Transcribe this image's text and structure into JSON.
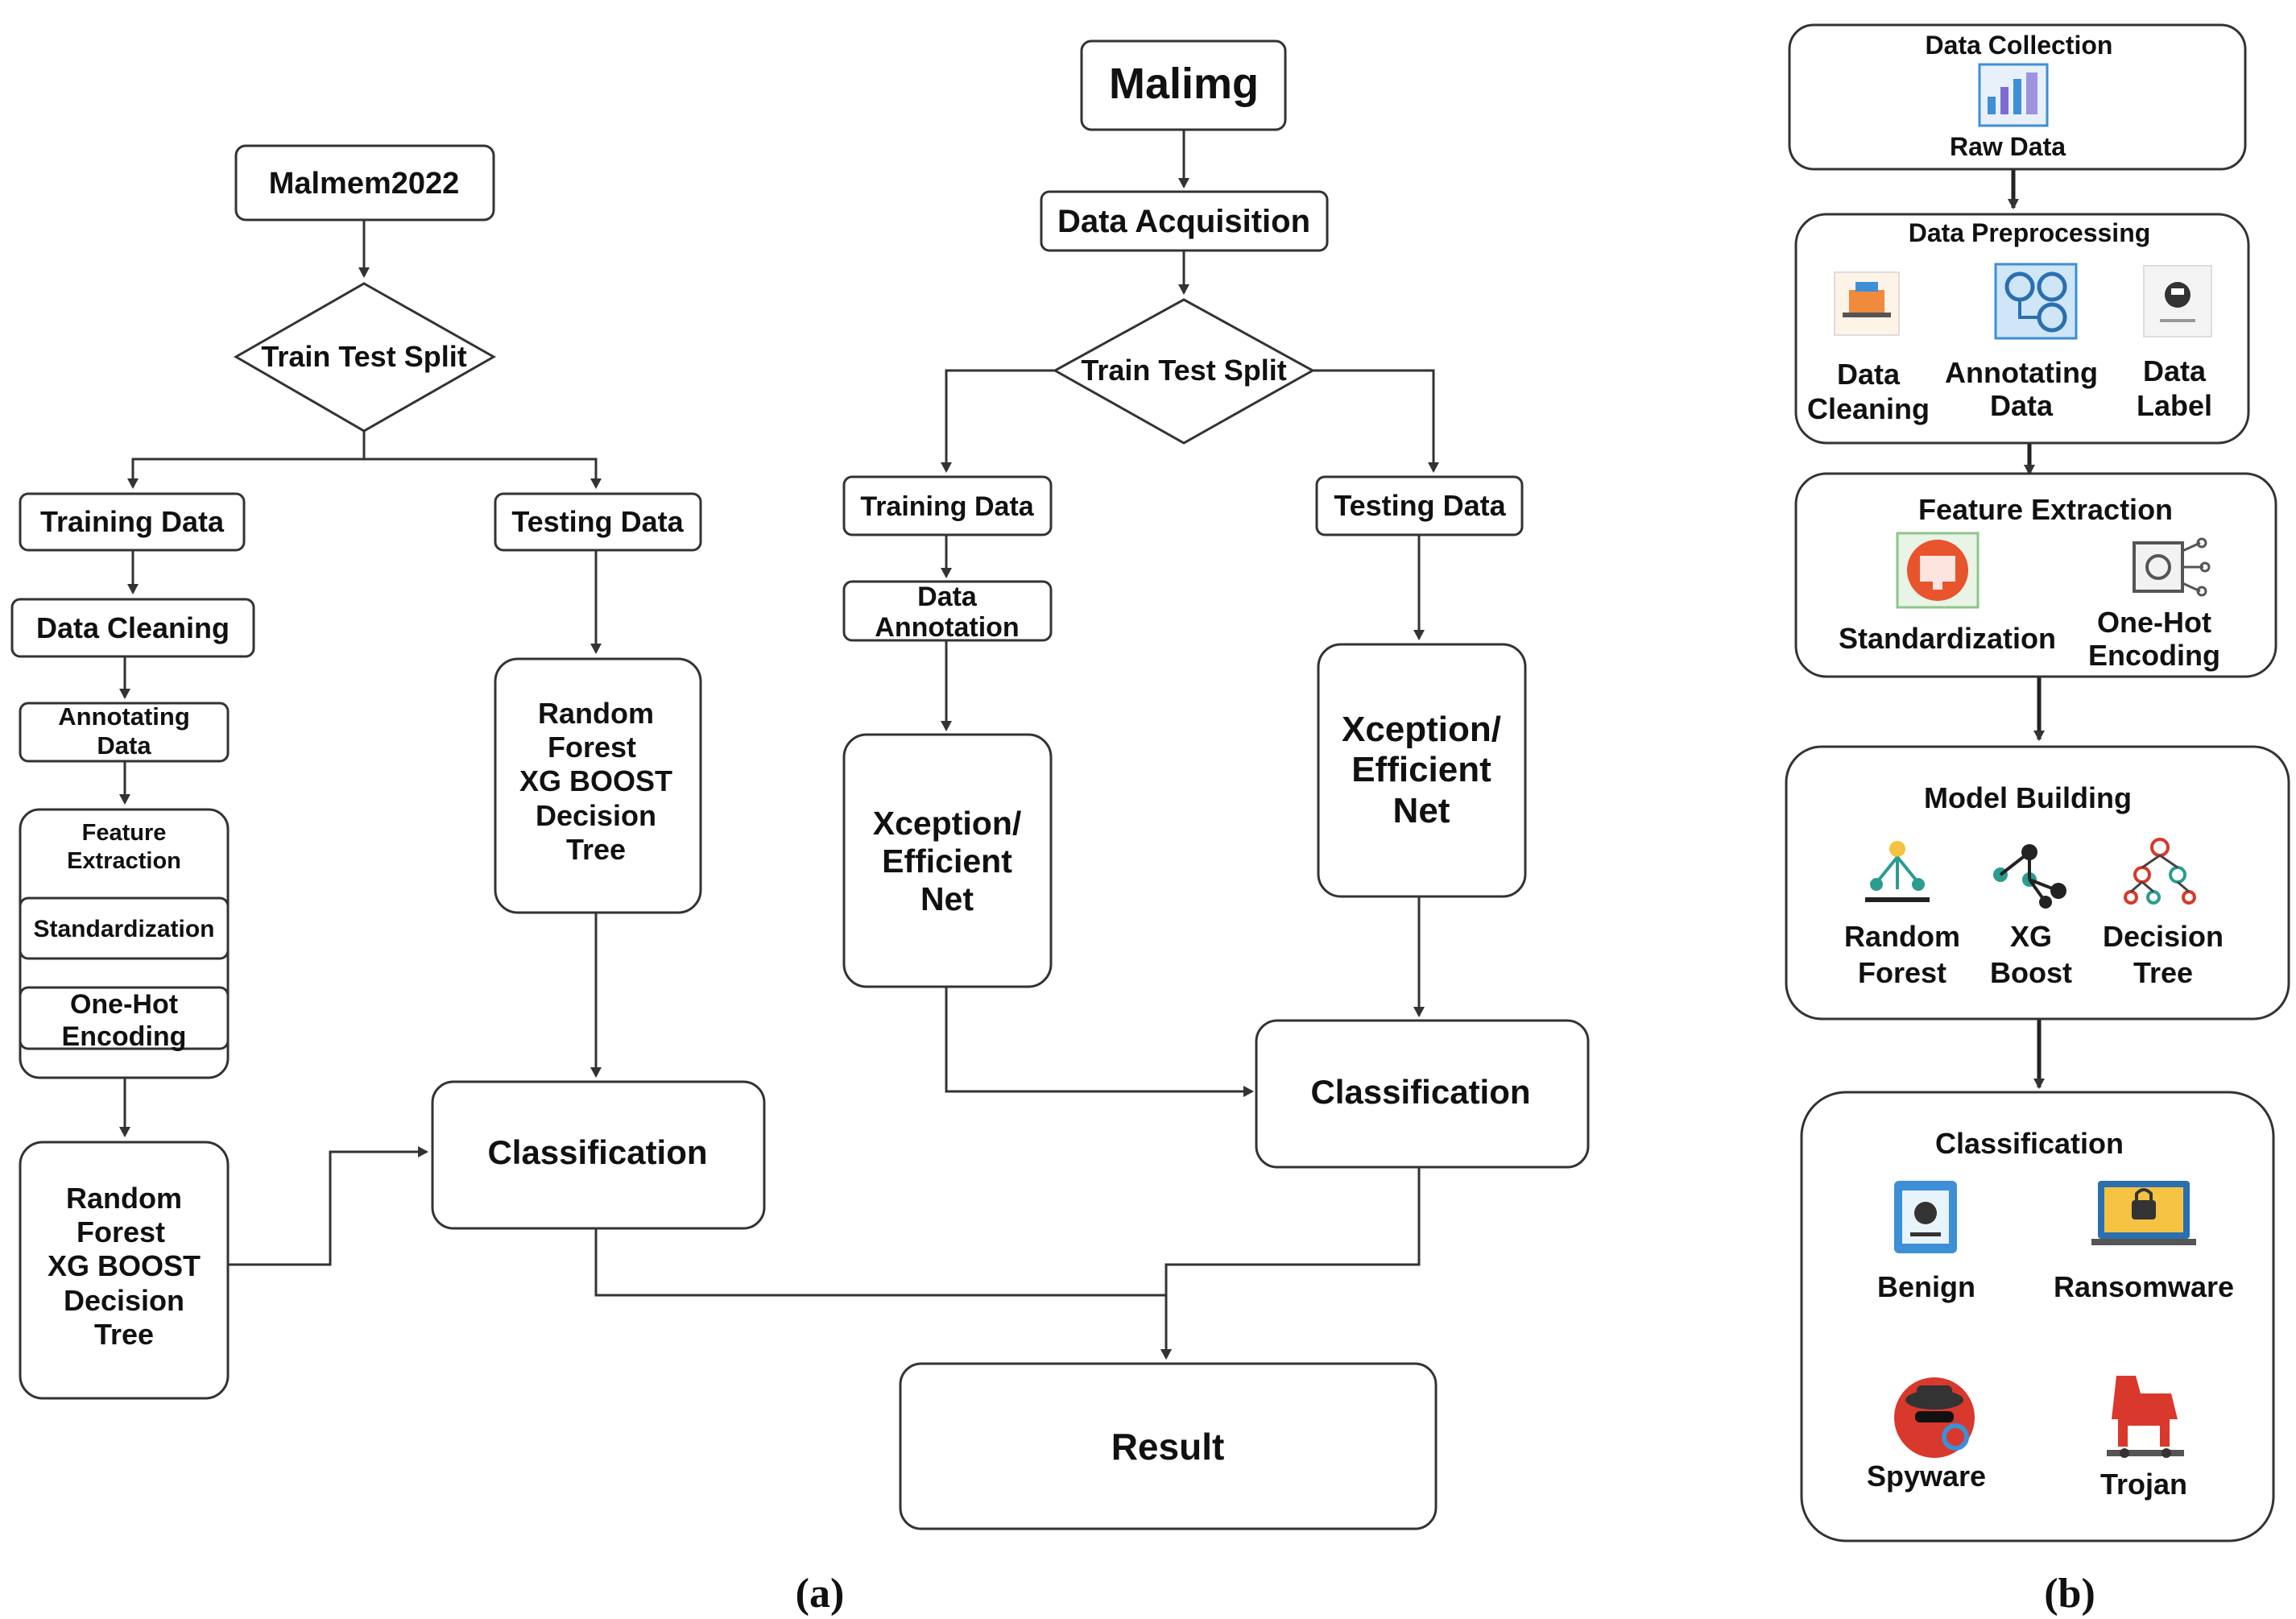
{
  "panel_a": {
    "caption": "(a)",
    "left_flow": {
      "source": "Malmem2022",
      "split": "Train Test Split",
      "training": "Training Data",
      "testing": "Testing Data",
      "cleaning": "Data Cleaning",
      "annotating": [
        "Annotating",
        "Data"
      ],
      "feature_extraction": [
        "Feature",
        "Extraction"
      ],
      "standardization": "Standardization",
      "one_hot": [
        "One-Hot",
        "Encoding"
      ],
      "train_models": [
        "Random",
        "Forest",
        "XG BOOST",
        "Decision",
        "Tree"
      ],
      "test_models": [
        "Random",
        "Forest",
        "XG BOOST",
        "Decision",
        "Tree"
      ],
      "classification": "Classification"
    },
    "right_flow": {
      "source": "Malimg",
      "acquisition": "Data Acquisition",
      "split": "Train Test Split",
      "training": "Training Data",
      "testing": "Testing Data",
      "annotation": [
        "Data",
        "Annotation"
      ],
      "train_model": [
        "Xception/",
        "Efficient",
        "Net"
      ],
      "test_model": [
        "Xception/",
        "Efficient",
        "Net"
      ],
      "classification": "Classification"
    },
    "result": "Result"
  },
  "panel_b": {
    "caption": "(b)",
    "collection": {
      "title": "Data Collection",
      "item": "Raw Data"
    },
    "preprocessing": {
      "title": "Data Preprocessing",
      "items": [
        [
          "Data",
          "Cleaning"
        ],
        [
          "Annotating",
          "Data"
        ],
        [
          "Data",
          "Label"
        ]
      ]
    },
    "feature_extraction": {
      "title": "Feature Extraction",
      "items": [
        [
          "Standardization"
        ],
        [
          "One-Hot",
          "Encoding"
        ]
      ]
    },
    "model_building": {
      "title": "Model Building",
      "items": [
        [
          "Random",
          "Forest"
        ],
        [
          "XG",
          "Boost"
        ],
        [
          "Decision",
          "Tree"
        ]
      ]
    },
    "classification": {
      "title": "Classification",
      "items": [
        "Benign",
        "Ransomware",
        "Spyware",
        "Trojan"
      ]
    }
  },
  "colors": {
    "stroke": "#333333",
    "text": "#111111",
    "accent_blue": "#3d8fd6",
    "accent_orange": "#f08a3c",
    "accent_red": "#d9382c",
    "accent_teal": "#2a9d8f"
  },
  "icon_names": [
    "raw-data-icon",
    "data-cleaning-icon",
    "annotating-data-icon",
    "data-label-icon",
    "standardization-icon",
    "one-hot-encoding-icon",
    "random-forest-icon",
    "xg-boost-icon",
    "decision-tree-icon",
    "benign-icon",
    "ransomware-icon",
    "spyware-icon",
    "trojan-icon"
  ]
}
